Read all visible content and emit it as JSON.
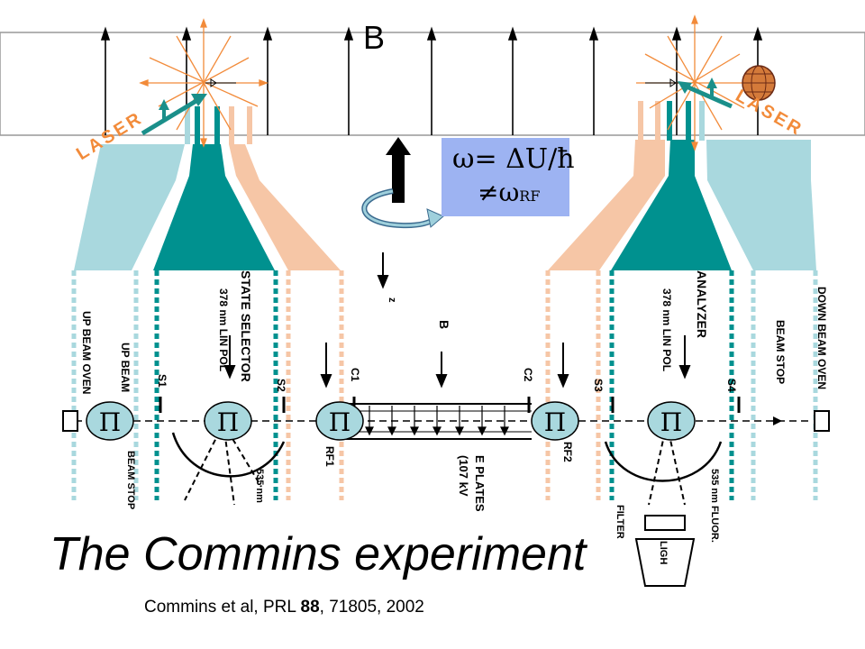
{
  "field_label": "B",
  "laser_left": "LASER",
  "laser_right": "LASER",
  "omega_relation": "ω= ΔU/ħ",
  "omega_neq": "≠ω",
  "omega_sub": "RF",
  "title": "The Commins experiment",
  "citation": {
    "prefix": "Commins et al, PRL ",
    "volume": "88",
    "suffix": ", 71805, 2002"
  },
  "schematic": {
    "z_label": "z",
    "b_label": "B",
    "up_beam_oven": "UP BEAM OVEN",
    "up_beam": "UP BEAM",
    "beam_stop_left": "BEAM STOP",
    "state_selector": "STATE SELECTOR",
    "selector_wave": "378 nm LIN POL",
    "s1": "S1",
    "s2": "S2",
    "s3": "S3",
    "s4": "S4",
    "c1": "C1",
    "c2": "C2",
    "rf1": "RF1",
    "rf2": "RF2",
    "nm535_left": "535 nm",
    "e_plates": "E PLATES",
    "e_kv": "(107 kV",
    "analyzer": "ANALYZER",
    "analyzer_wave": "378 nm LIN POL",
    "beam_stop_right": "BEAM STOP",
    "down_beam_oven": "DOWN BEAM OVEN",
    "nm535_right": "535 nm FLUOR.",
    "filter": "FILTER",
    "light": "LIGH",
    "pi_symbol": "Π"
  },
  "colors": {
    "light_teal": "#a9d8de",
    "dark_teal": "#00918f",
    "peach": "#f6c6a6",
    "orange": "#f28b3a",
    "box_blue": "#9db3f2"
  }
}
